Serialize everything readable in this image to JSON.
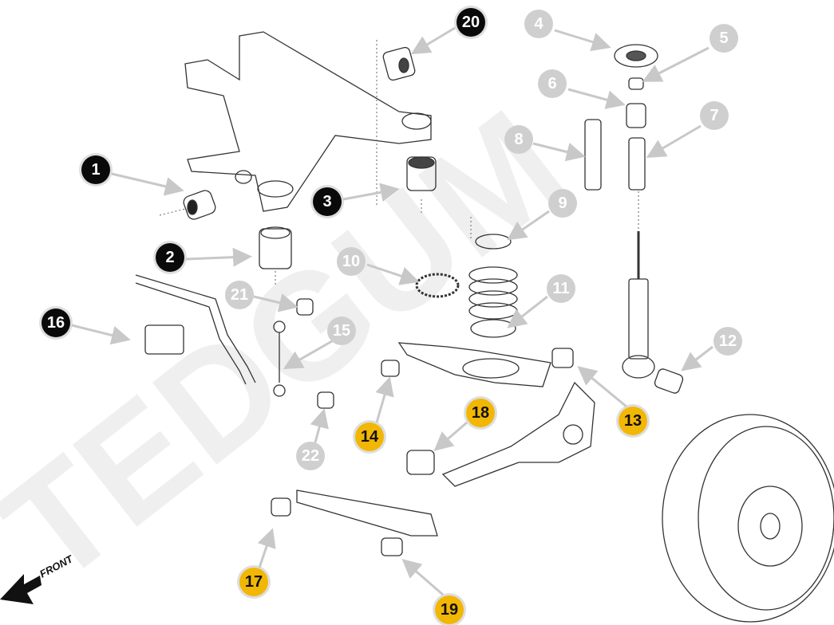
{
  "watermark": "TEDGUM",
  "front_label": "FRONT",
  "colors": {
    "primary_badge": "#0a0a0a",
    "secondary_badge": "#cfcfcf",
    "highlight_badge": "#f2b705",
    "arrow": "#c8c8c8"
  },
  "callouts": [
    {
      "num": "1",
      "style": "black"
    },
    {
      "num": "2",
      "style": "black"
    },
    {
      "num": "3",
      "style": "black"
    },
    {
      "num": "4",
      "style": "gray"
    },
    {
      "num": "5",
      "style": "gray"
    },
    {
      "num": "6",
      "style": "gray"
    },
    {
      "num": "7",
      "style": "gray"
    },
    {
      "num": "8",
      "style": "gray"
    },
    {
      "num": "9",
      "style": "gray"
    },
    {
      "num": "10",
      "style": "gray"
    },
    {
      "num": "11",
      "style": "gray"
    },
    {
      "num": "12",
      "style": "gray"
    },
    {
      "num": "13",
      "style": "yellow"
    },
    {
      "num": "14",
      "style": "yellow"
    },
    {
      "num": "15",
      "style": "gray"
    },
    {
      "num": "16",
      "style": "black"
    },
    {
      "num": "17",
      "style": "yellow"
    },
    {
      "num": "18",
      "style": "yellow"
    },
    {
      "num": "19",
      "style": "yellow"
    },
    {
      "num": "20",
      "style": "black"
    },
    {
      "num": "21",
      "style": "gray"
    },
    {
      "num": "22",
      "style": "gray"
    }
  ]
}
